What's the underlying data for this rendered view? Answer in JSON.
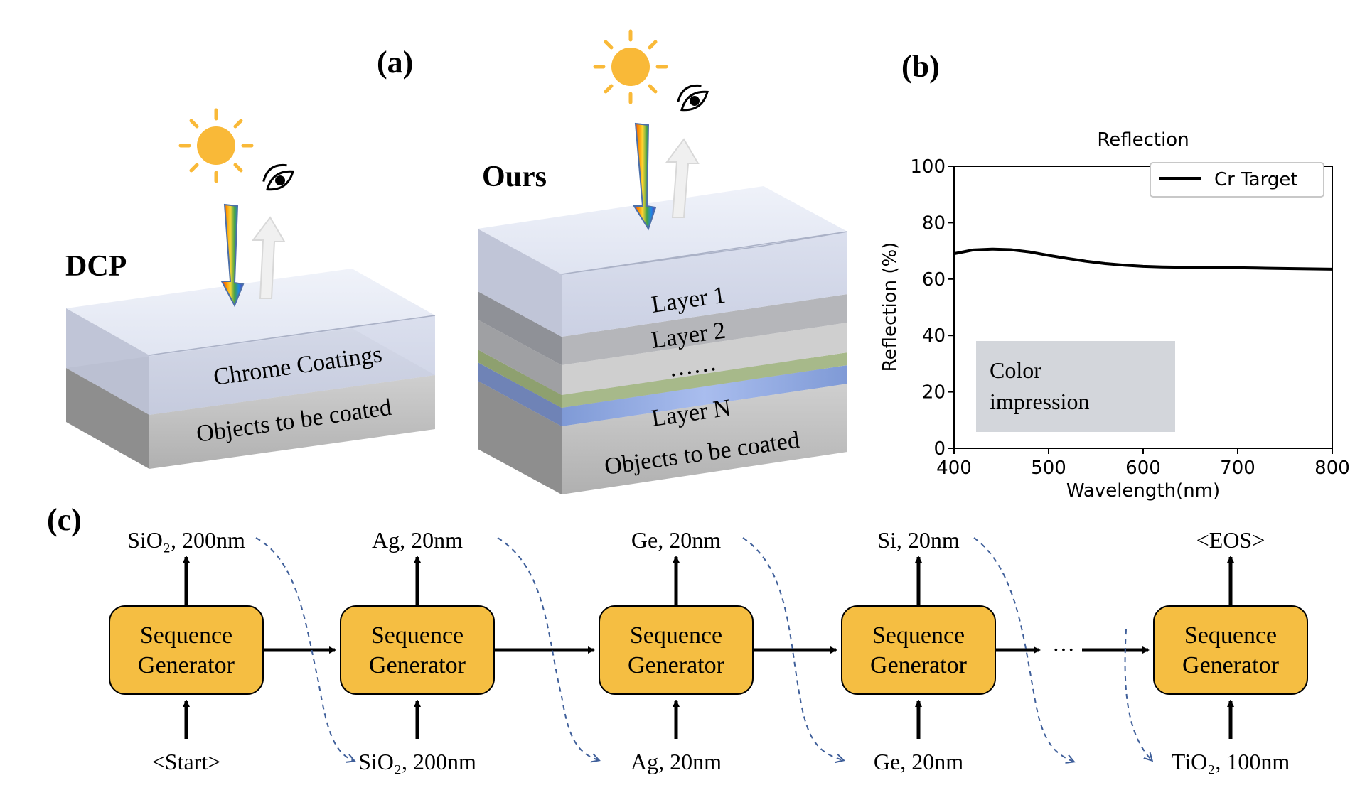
{
  "panel_a": {
    "label": "(a)",
    "dcp": {
      "title": "DCP",
      "coating_label": "Chrome  Coatings",
      "object_label": "Objects  to  be  coated"
    },
    "ours": {
      "title": "Ours",
      "layer1": "Layer  1",
      "layer2": "Layer  2",
      "dots": "……",
      "layerN": "Layer  N",
      "object_label": "Objects  to  be  coated"
    }
  },
  "panel_b": {
    "label": "(b)",
    "legend": "Cr Target",
    "color_impression_line1": "Color",
    "color_impression_line2": "impression",
    "colors": {
      "line": "#000000",
      "impression_box": "#d3d6db"
    }
  },
  "panel_c": {
    "label": "(c)",
    "generator_label_line1": "Sequence",
    "generator_label_line2": "Generator",
    "ellipsis": "···",
    "outputs": [
      "SiO₂, 200nm",
      "Ag, 20nm",
      "Ge, 20nm",
      "Si, 20nm",
      "<EOS>"
    ],
    "inputs": [
      "<Start>",
      "SiO₂, 200nm",
      "Ag, 20nm",
      "Ge, 20nm",
      "TiO₂, 100nm"
    ],
    "colors": {
      "box_fill": "#f5be42",
      "dashed_arrow": "#3f5f9a"
    }
  },
  "chart_data": {
    "type": "line",
    "title": "Reflection",
    "xlabel": "Wavelength(nm)",
    "ylabel": "Reflection (%)",
    "xlim": [
      400,
      800
    ],
    "ylim": [
      0,
      100
    ],
    "xticks": [
      400,
      500,
      600,
      700,
      800
    ],
    "yticks": [
      0,
      20,
      40,
      60,
      80,
      100
    ],
    "legend_position": "top-right",
    "series": [
      {
        "name": "Cr Target",
        "x": [
          400,
          420,
          440,
          460,
          480,
          500,
          520,
          540,
          560,
          580,
          600,
          620,
          640,
          660,
          680,
          700,
          720,
          740,
          760,
          780,
          800
        ],
        "y": [
          69.0,
          70.3,
          70.6,
          70.4,
          69.6,
          68.4,
          67.3,
          66.3,
          65.5,
          64.9,
          64.5,
          64.3,
          64.2,
          64.1,
          64.0,
          64.0,
          63.9,
          63.8,
          63.7,
          63.6,
          63.5
        ]
      }
    ]
  }
}
